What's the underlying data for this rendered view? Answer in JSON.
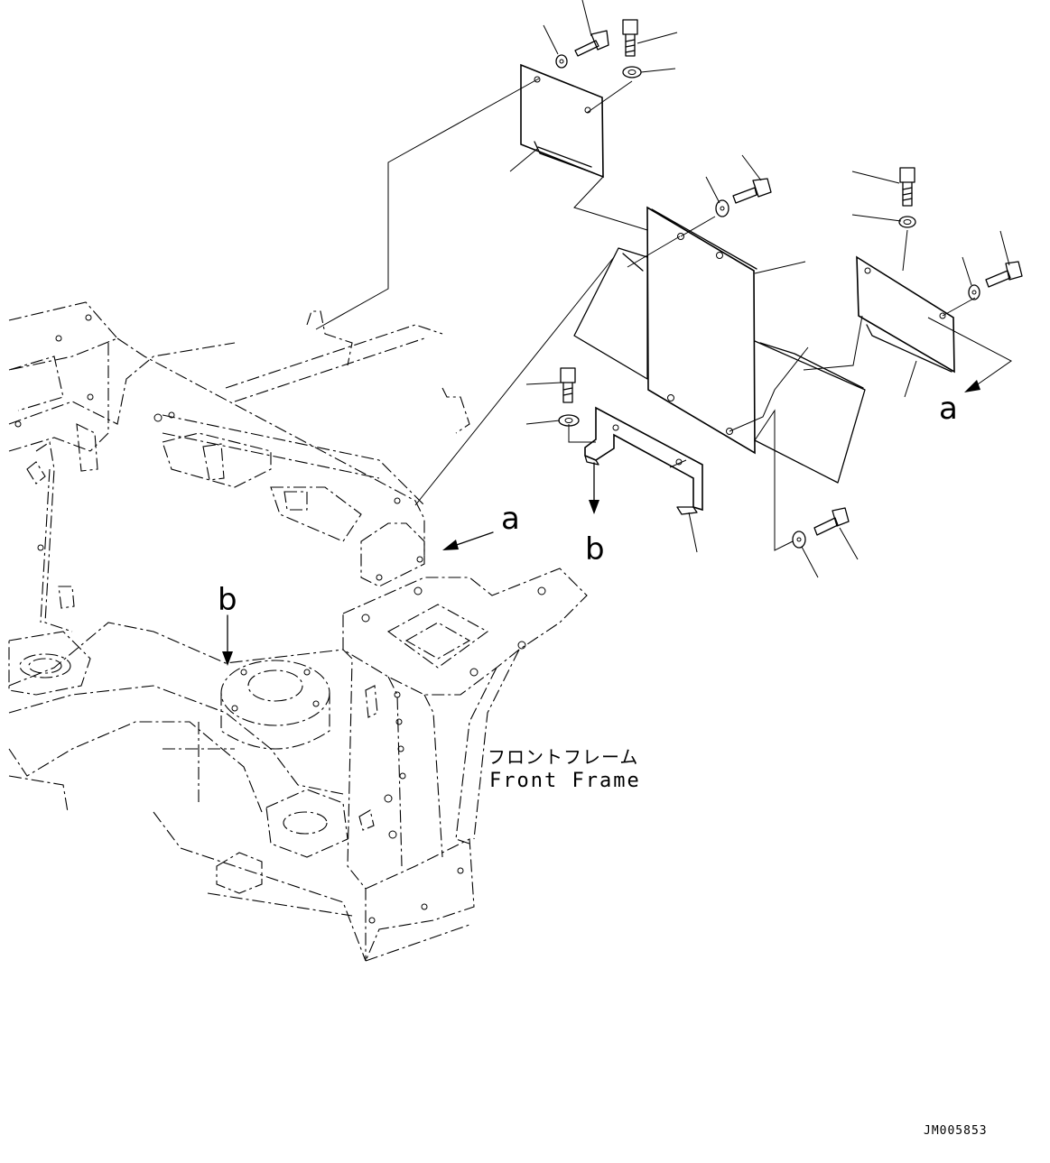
{
  "labels": {
    "view_a_frame": "a",
    "view_a_part": "a",
    "view_b_frame": "b",
    "view_b_part": "b",
    "frame_name_jp": "フロントフレーム",
    "frame_name_en": "Front Frame",
    "drawing_code": "JM005853"
  }
}
